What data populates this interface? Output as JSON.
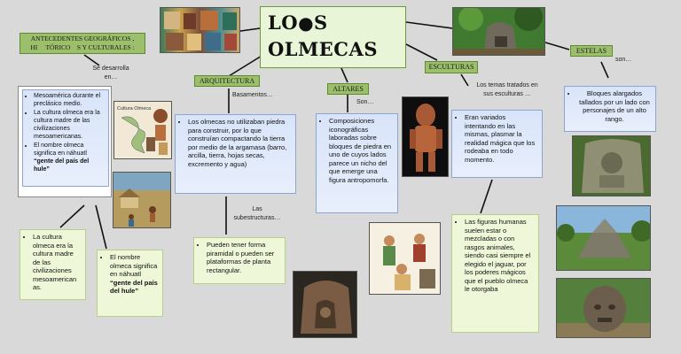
{
  "title": {
    "line1": "LO",
    "logo": "",
    "line1b": "S",
    "line2": "OLMECAS"
  },
  "labels": {
    "antecedentes": "ANTECEDENTES GEOGRÁFICOS ,\nHI     TÓRICO    S Y CULTURALES :",
    "arquitectura": "ARQUITECTURA",
    "altares": "ALTARES",
    "esculturas": "ESCULTURAS",
    "estelas": "ESTELAS"
  },
  "connectors": {
    "se_desarrolla": "Se desarrolla\nen…",
    "basamentos": "Basamentos…",
    "son_altares": "Son…",
    "temas": "Los temas tratados en\nsus esculturas …",
    "son_estelas": "son…",
    "las_subestructuras": "Las\nsubestructuras…"
  },
  "boxes": {
    "antecedentes_items": [
      "Mesoamérica durante el preclásico medio.",
      "La cultura olmeca era la cultura madre de las civilizaciones mesoamericanas.",
      "El nombre olmeca significa en náhuatl"
    ],
    "antecedentes_quote": "“gente del país del hule”",
    "cultura_madre": "La cultura olmeca era la cultura  madre de las civilizaciones mesoamerican as.",
    "nombre": "El nombre olmeca significa en náhuatl",
    "nombre_quote": "“gente del país del hule”",
    "arquitectura": "Los olmecas no utilizaban piedra para construir, por lo que construían compactando la tierra por medio de la argamasa (barro, arcilla, tierra, hojas secas, excremento y agua)",
    "subestructuras": "Pueden tener forma piramidal o pueden ser plataformas de planta rectangular.",
    "altares": "Composiciones iconográficas laboradas sobre bloques de piedra en uno de cuyos lados parece un nicho del que emerge una figura antropomorfa.",
    "esculturas": "Eran variados intentando en las mismas, plasmar la realidad mágica que los rodeaba en todo momento.",
    "figuras": "Las figuras humanas suelen estar o mezcladas o con rasgos animales, siendo casi siempre el elegido el jaguar, por los poderes mágicos que el pueblo olmeca le otorgaba",
    "estelas": "Bloques alargados  tallados por un lado  con personajes de un alto rango."
  },
  "image_captions": {
    "map": "Cultura Olmeca"
  },
  "colors": {
    "background": "#d9d9d9",
    "label_green": "#9bbf6b",
    "title_fill": "#e8f5d6",
    "box_blue": "#dde7fb",
    "box_lightgreen": "#eef8d8"
  }
}
